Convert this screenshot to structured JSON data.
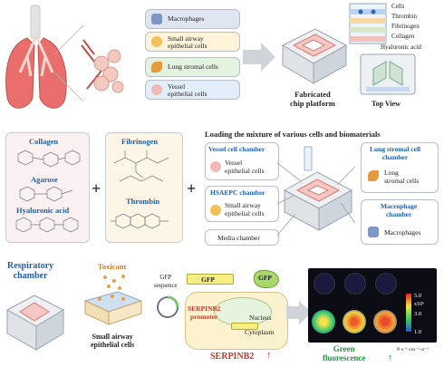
{
  "top": {
    "cells": [
      {
        "label": "Macrophages",
        "bg": "#dfe6f2",
        "icon": "macrophage-icon"
      },
      {
        "label": "Small airway\nepithelial cells",
        "bg": "#fff4d9",
        "icon": "epithelial-cell-icon"
      },
      {
        "label": "Lung stromal cells",
        "bg": "#e4f3df",
        "icon": "stromal-cell-icon"
      },
      {
        "label": "Vessel\nepithelial cells",
        "bg": "#e2eef9",
        "icon": "vessel-cell-icon"
      }
    ],
    "chip_label": "Fabricated\nchip platform",
    "layers": [
      "Cells",
      "Thrombin",
      "Fibrinogen",
      "Collagen",
      "Hyaluronic acid"
    ],
    "top_view": "Top View"
  },
  "middle": {
    "heading": "Loading the mixture of various cells and biomaterials",
    "biomaterials_a": [
      "Collagen",
      "Agarose",
      "Hyaluronic acid"
    ],
    "biomaterials_b": [
      "Fibrinogen",
      "Thrombin"
    ],
    "plus": "+",
    "chambers_left": [
      {
        "title": "Vessel cell chamber",
        "label": "Vessel\nepithelial cells"
      },
      {
        "title": "HSAEPC chamber",
        "label": "Small airway\nepithelial cells"
      },
      {
        "title": "Media chamber",
        "label": ""
      }
    ],
    "chambers_right": [
      {
        "title": "Lung stromal cell\nchamber",
        "label": "Lung\nstromal cells"
      },
      {
        "title": "Macrophage\nchamber",
        "label": "Macrophages"
      }
    ]
  },
  "bottom": {
    "respiratory": "Respiratory\nchamber",
    "toxicant": "Toxicant",
    "sae_cells": "Small airway\nepithelial cells",
    "gfp_sequence": "GFP\nsequence",
    "gfp": "GFP",
    "nucleus": "Nucleus",
    "promoter": "SERPINB2\npromoter",
    "cytoplasm": "Cytoplasm",
    "serpinb2": "SERPINB2",
    "up_arrow": "↑",
    "green_fluor": "Green\nfluorescence",
    "scale": {
      "max": "5.0",
      "mid": "3.0",
      "min": "1.0",
      "unit": "x10⁶",
      "units_line": "P·s⁻¹·cm⁻²·sr⁻¹"
    }
  },
  "colors": {
    "blue": "#1f5fa8",
    "red": "#c0392b",
    "green": "#1a9a3a"
  }
}
